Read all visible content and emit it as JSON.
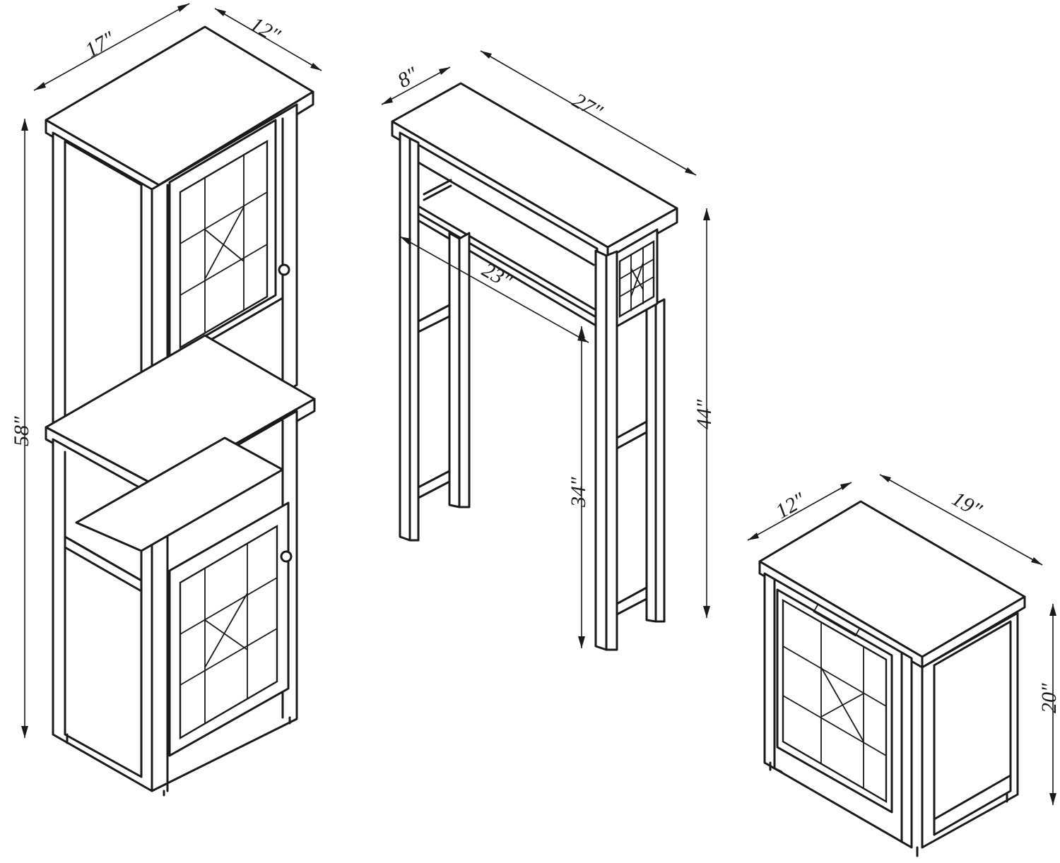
{
  "figure": {
    "items": [
      {
        "id": "linen-tower",
        "dimensions": {
          "width": "17″",
          "depth": "12″",
          "height": "58″"
        }
      },
      {
        "id": "space-saver",
        "dimensions": {
          "depth": "8″",
          "width": "27″",
          "inner_width": "23″",
          "height": "44″",
          "clearance": "34″"
        }
      },
      {
        "id": "floor-cabinet",
        "dimensions": {
          "depth": "12″",
          "width": "19″",
          "height": "20″"
        }
      }
    ]
  },
  "colors": {
    "line": "#1a1a1a",
    "background": "#ffffff"
  }
}
